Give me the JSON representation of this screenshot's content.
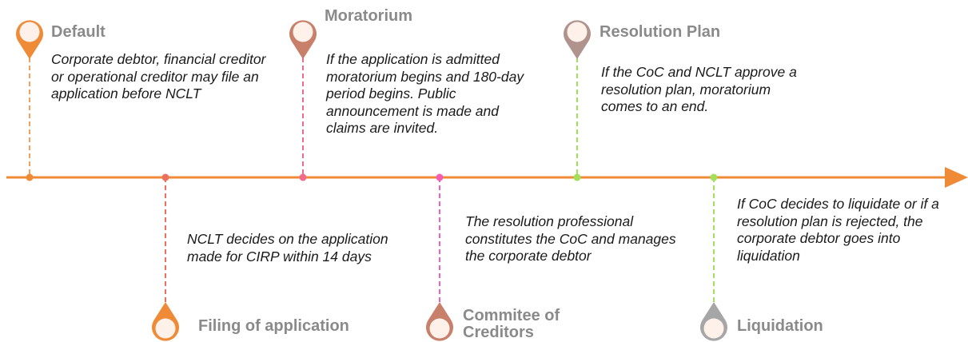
{
  "colors": {
    "axis": "#ef8a37",
    "default": "#ef8a37",
    "filing": "#ef8a37",
    "moratorium": "#c8806a",
    "committee": "#c8806a",
    "resolution": "#b0938d",
    "liquidation": "#a6a6a6",
    "pin_inner": "#fdf1ea",
    "connector_default": "#f0a060",
    "connector_filing": "#ee6f5a",
    "connector_moratorium": "#f06a8a",
    "connector_committee": "#f25fb4",
    "connector_resolution": "#a3e05a",
    "connector_liquidation": "#a3e05a",
    "title_text": "#8a8a8a"
  },
  "stages": [
    {
      "id": "default",
      "title": "Default",
      "description": "Corporate debtor, financial creditor or operational creditor may file an application before NCLT",
      "position": "above"
    },
    {
      "id": "filing",
      "title": "Filing of application",
      "description": "NCLT decides on the application made for CIRP within 14 days",
      "position": "below"
    },
    {
      "id": "moratorium",
      "title": "Moratorium",
      "description": "If the application is admitted moratorium begins and 180-day period begins. Public announcement is made and claims are invited.",
      "position": "above"
    },
    {
      "id": "committee",
      "title": "Commitee of Creditors",
      "description": "The resolution professional constitutes the CoC and manages the corporate debtor",
      "position": "below"
    },
    {
      "id": "resolution",
      "title": "Resolution Plan",
      "description": "If the CoC and NCLT approve a resolution plan, moratorium comes to an end.",
      "position": "above"
    },
    {
      "id": "liquidation",
      "title": "Liquidation",
      "description": "If CoC decides to liquidate or if a resolution plan is rejected, the corporate debtor goes into liquidation",
      "position": "below"
    }
  ]
}
